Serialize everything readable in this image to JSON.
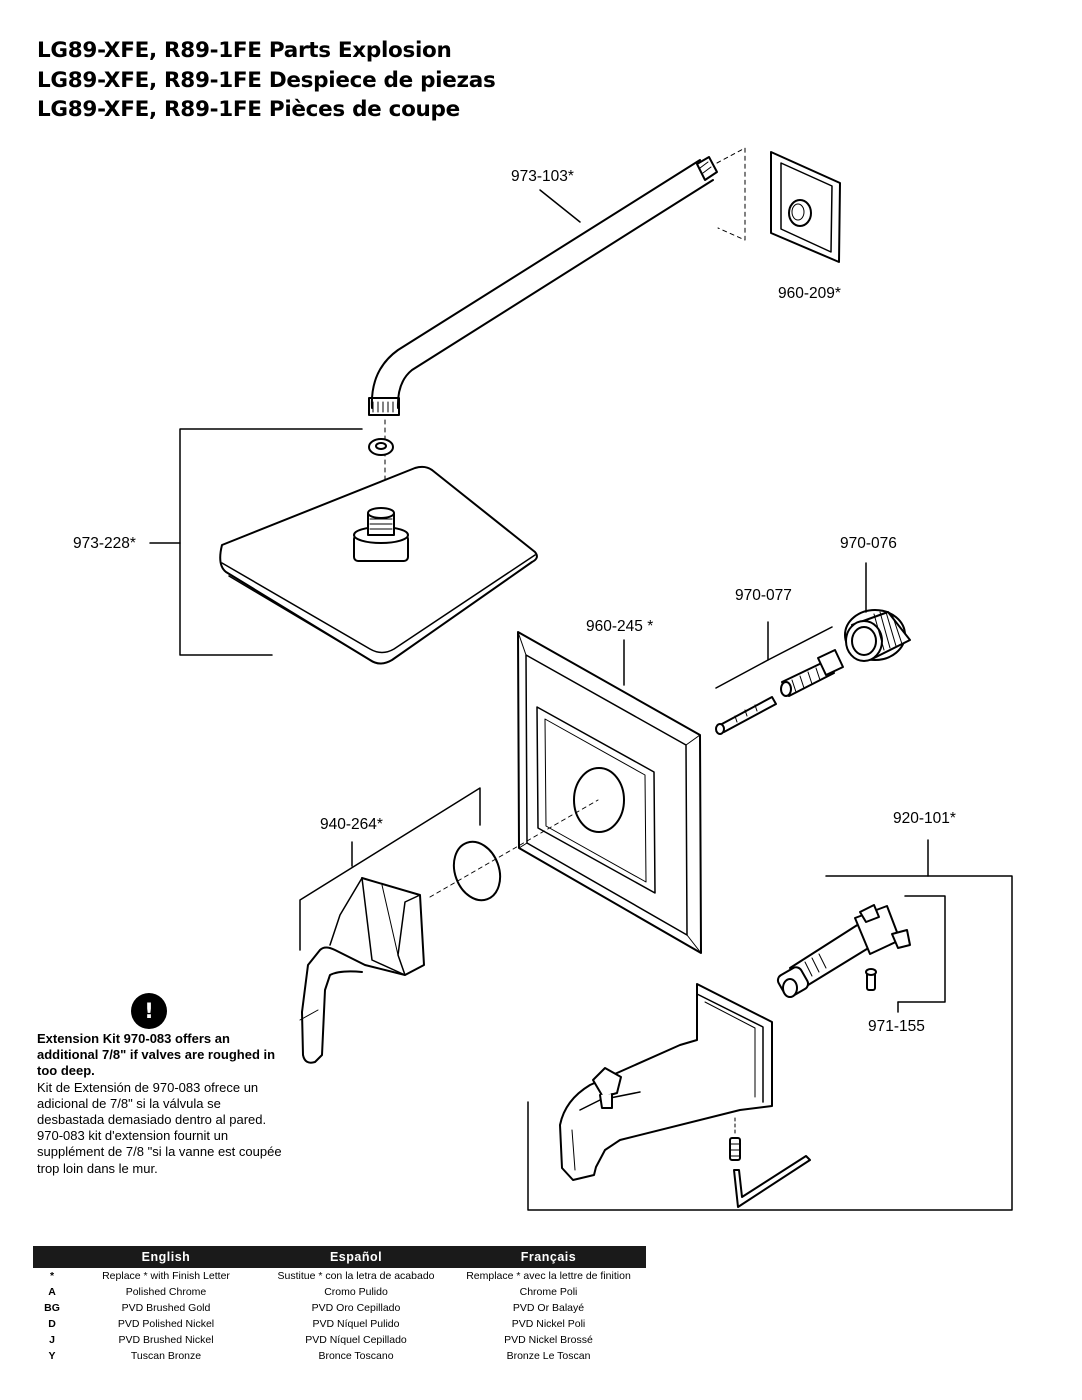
{
  "titles": [
    "LG89-XFE, R89-1FE Parts Explosion",
    "LG89-XFE, R89-1FE Despiece de piezas",
    "LG89-XFE, R89-1FE Pièces de coupe"
  ],
  "callouts": {
    "shower_arm": "973-103*",
    "shower_flange": "960-209*",
    "shower_head": "973-228*",
    "seat": "970-076",
    "stem_screw": "970-077",
    "trim_plate": "960-245 *",
    "handle": "940-264*",
    "tub_spout": "920-101*",
    "diverter": "971-155"
  },
  "warning": {
    "icon": "exclamation-icon",
    "glyph": "!",
    "bold_line": "Extension Kit 970-083 offers an additional 7/8\" if valves are roughed in too deep.",
    "spanish": "Kit de Extensión de 970-083 ofrece un adicional de 7/8\" si la válvula se desbastada demasiado dentro al pared.",
    "french": "970-083 kit d'extension fournit un supplément de 7/8 \"si la vanne est coupée trop loin dans le mur."
  },
  "finish_table": {
    "headers": [
      "",
      "English",
      "Español",
      "Français"
    ],
    "rows": [
      [
        "*",
        "Replace * with Finish Letter",
        "Sustitue * con la letra de acabado",
        "Remplace * avec la lettre de finition"
      ],
      [
        "A",
        "Polished Chrome",
        "Cromo Pulido",
        "Chrome Poli"
      ],
      [
        "BG",
        "PVD Brushed Gold",
        "PVD Oro Cepillado",
        "PVD Or Balayé"
      ],
      [
        "D",
        "PVD Polished Nickel",
        "PVD Níquel Pulido",
        "PVD Nickel Poli"
      ],
      [
        "J",
        "PVD Brushed Nickel",
        "PVD Níquel Cepillado",
        "PVD Nickel Brossé"
      ],
      [
        "Y",
        "Tuscan Bronze",
        "Bronce Toscano",
        "Bronze Le Toscan"
      ]
    ]
  }
}
